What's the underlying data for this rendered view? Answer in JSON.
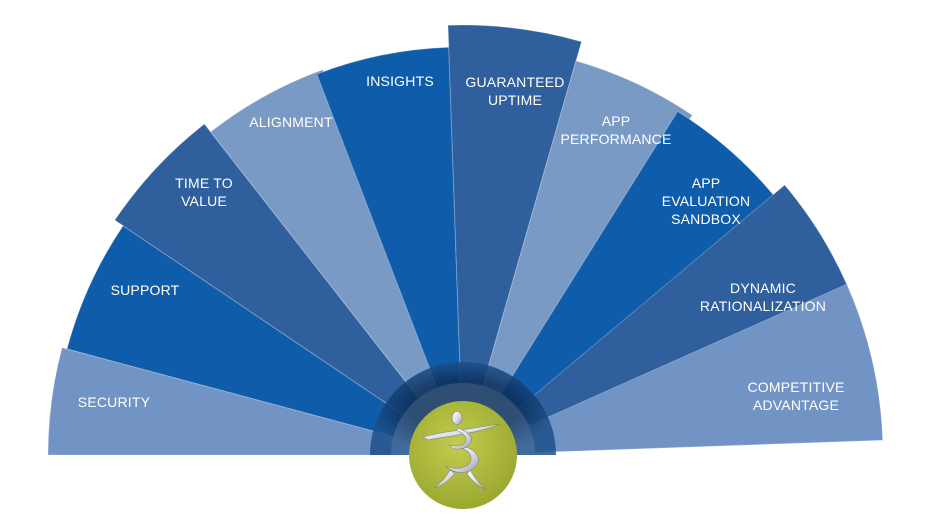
{
  "diagram": {
    "segments": [
      {
        "id": "security",
        "lines": [
          "SECURITY"
        ],
        "color": "#7194c4"
      },
      {
        "id": "support",
        "lines": [
          "SUPPORT"
        ],
        "color": "#0f5daa"
      },
      {
        "id": "time-to-value",
        "lines": [
          "TIME TO",
          "VALUE"
        ],
        "color": "#2f5f9d"
      },
      {
        "id": "alignment",
        "lines": [
          "ALIGNMENT"
        ],
        "color": "#7a9ac6"
      },
      {
        "id": "insights",
        "lines": [
          "INSIGHTS"
        ],
        "color": "#0f5daa"
      },
      {
        "id": "guaranteed-uptime",
        "lines": [
          "GUARANTEED",
          "UPTIME"
        ],
        "color": "#2f5f9d"
      },
      {
        "id": "app-performance",
        "lines": [
          "APP",
          "PERFORMANCE"
        ],
        "color": "#7a9ac6"
      },
      {
        "id": "app-evaluation-sandbox",
        "lines": [
          "APP",
          "EVALUATION",
          "SANDBOX"
        ],
        "color": "#0f5daa"
      },
      {
        "id": "dynamic-rationalization",
        "lines": [
          "DYNAMIC",
          "RATIONALIZATION"
        ],
        "color": "#2f5f9d"
      },
      {
        "id": "competitive-advantage",
        "lines": [
          "COMPETITIVE",
          "ADVANTAGE"
        ],
        "color": "#7194c4"
      }
    ],
    "hub_color": "#a9b535",
    "hub_ring_color": "#0c3a6e",
    "logo_icon": "dancing-figure-logo"
  }
}
